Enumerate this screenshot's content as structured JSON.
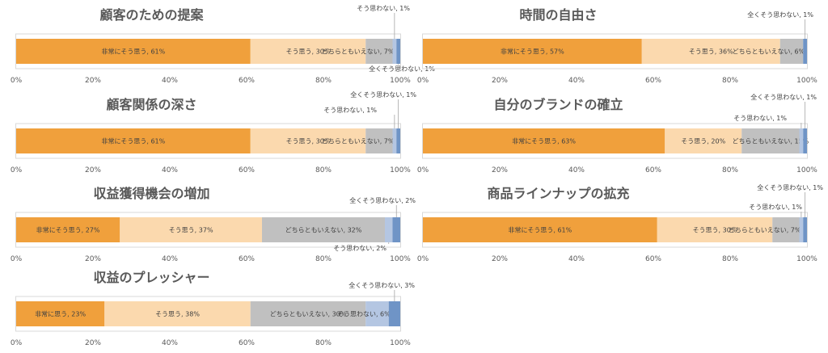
{
  "colors": {
    "非常にそう思う": "#f0a03c",
    "そう思う": "#fbd9ae",
    "どちらともいえない": "#c0c0c0",
    "そう思わない": "#b4c6e2",
    "全くそう思わない": "#6f94c6"
  },
  "chart_data": [
    {
      "type": "bar",
      "title": "顧客のための提案",
      "xlim": [
        0,
        100
      ],
      "x_ticks": [
        "0%",
        "20%",
        "40%",
        "60%",
        "80%",
        "100%"
      ],
      "segments": [
        {
          "name": "非常にそう思う",
          "value": 61,
          "label": "非常にそう思う, 61%"
        },
        {
          "name": "そう思う",
          "value": 30,
          "label": "そう思う, 30%"
        },
        {
          "name": "どちらともいえない",
          "value": 7,
          "label": "どちらともいえない, 7%"
        },
        {
          "name": "そう思わない",
          "value": 1,
          "label": "そう思わない, 1%"
        },
        {
          "name": "全くそう思わない",
          "value": 1,
          "label": "全くそう思わない, 1%"
        }
      ]
    },
    {
      "type": "bar",
      "title": "時間の自由さ",
      "xlim": [
        0,
        100
      ],
      "x_ticks": [
        "0%",
        "20%",
        "40%",
        "60%",
        "80%",
        "100%"
      ],
      "segments": [
        {
          "name": "非常にそう思う",
          "value": 57,
          "label": "非常にそう思う, 57%"
        },
        {
          "name": "そう思う",
          "value": 36,
          "label": "そう思う, 36%"
        },
        {
          "name": "どちらともいえない",
          "value": 6,
          "label": "どちらともいえない, 6%"
        },
        {
          "name": "全くそう思わない",
          "value": 1,
          "label": "全くそう思わない, 1%"
        }
      ]
    },
    {
      "type": "bar",
      "title": "顧客関係の深さ",
      "xlim": [
        0,
        100
      ],
      "x_ticks": [
        "0%",
        "20%",
        "40%",
        "60%",
        "80%",
        "100%"
      ],
      "segments": [
        {
          "name": "非常にそう思う",
          "value": 61,
          "label": "非常にそう思う, 61%"
        },
        {
          "name": "そう思う",
          "value": 30,
          "label": "そう思う, 30%"
        },
        {
          "name": "どちらともいえない",
          "value": 7,
          "label": "どちらともいえない, 7%"
        },
        {
          "name": "そう思わない",
          "value": 1,
          "label": "そう思わない, 1%"
        },
        {
          "name": "全くそう思わない",
          "value": 1,
          "label": "全くそう思わない, 1%"
        }
      ]
    },
    {
      "type": "bar",
      "title": "自分のブランドの確立",
      "xlim": [
        0,
        100
      ],
      "x_ticks": [
        "0%",
        "20%",
        "40%",
        "60%",
        "80%",
        "100%"
      ],
      "segments": [
        {
          "name": "非常にそう思う",
          "value": 63,
          "label": "非常にそう思う, 63%"
        },
        {
          "name": "そう思う",
          "value": 20,
          "label": "そう思う, 20%"
        },
        {
          "name": "どちらともいえない",
          "value": 15,
          "label": "どちらともいえない, 15%"
        },
        {
          "name": "そう思わない",
          "value": 1,
          "label": "そう思わない, 1%"
        },
        {
          "name": "全くそう思わない",
          "value": 1,
          "label": "全くそう思わない, 1%"
        }
      ]
    },
    {
      "type": "bar",
      "title": "収益獲得機会の増加",
      "xlim": [
        0,
        100
      ],
      "x_ticks": [
        "0%",
        "20%",
        "40%",
        "60%",
        "80%",
        "100%"
      ],
      "segments": [
        {
          "name": "非常にそう思う",
          "value": 27,
          "label": "非常にそう思う, 27%"
        },
        {
          "name": "そう思う",
          "value": 37,
          "label": "そう思う, 37%"
        },
        {
          "name": "どちらともいえない",
          "value": 32,
          "label": "どちらともいえない, 32%"
        },
        {
          "name": "そう思わない",
          "value": 2,
          "label": "そう思わない, 2%"
        },
        {
          "name": "全くそう思わない",
          "value": 2,
          "label": "全くそう思わない, 2%"
        }
      ]
    },
    {
      "type": "bar",
      "title": "商品ラインナップの拡充",
      "xlim": [
        0,
        100
      ],
      "x_ticks": [
        "0%",
        "20%",
        "40%",
        "60%",
        "80%",
        "100%"
      ],
      "segments": [
        {
          "name": "非常にそう思う",
          "value": 61,
          "label": "非常にそう思う, 61%"
        },
        {
          "name": "そう思う",
          "value": 30,
          "label": "そう思う, 30%"
        },
        {
          "name": "どちらともいえない",
          "value": 7,
          "label": "どちらともいえない, 7%"
        },
        {
          "name": "そう思わない",
          "value": 1,
          "label": "そう思わない, 1%"
        },
        {
          "name": "全くそう思わない",
          "value": 1,
          "label": "全くそう思わない, 1%"
        }
      ]
    },
    {
      "type": "bar",
      "title": "収益のプレッシャー",
      "xlim": [
        0,
        100
      ],
      "x_ticks": [
        "0%",
        "20%",
        "40%",
        "60%",
        "80%",
        "100%"
      ],
      "segments": [
        {
          "name": "非常にそう思う",
          "value": 23,
          "label": "非常に思う, 23%"
        },
        {
          "name": "そう思う",
          "value": 38,
          "label": "そう思う, 38%"
        },
        {
          "name": "どちらともいえない",
          "value": 30,
          "label": "どちらともいえない, 30%"
        },
        {
          "name": "そう思わない",
          "value": 6,
          "label": "そう思わない, 6%"
        },
        {
          "name": "全くそう思わない",
          "value": 3,
          "label": "全くそう思わない, 3%"
        }
      ]
    }
  ]
}
